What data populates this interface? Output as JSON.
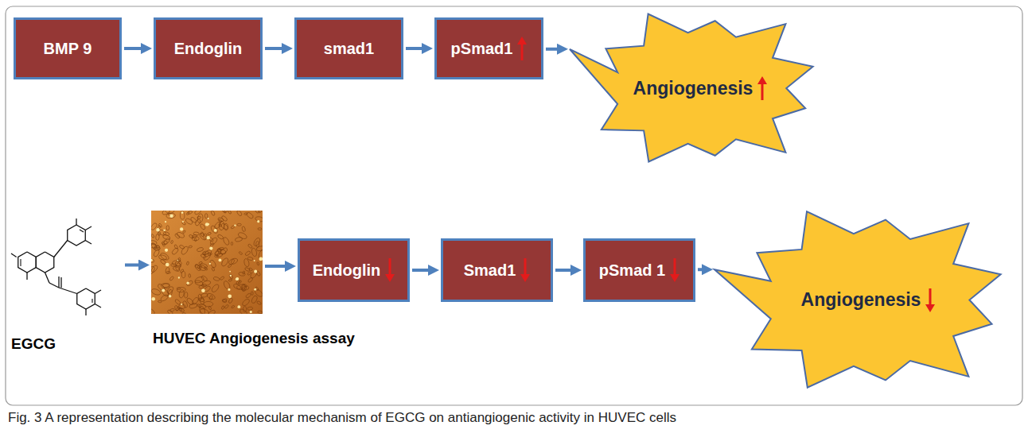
{
  "diagram": {
    "caption": "Fig. 3 A representation describing the molecular mechanism of EGCG on antiangiogenic activity in HUVEC cells",
    "nodes": [
      {
        "text": [
          "BMP 9"
        ]
      },
      {
        "text": [
          "Endoglin"
        ]
      },
      {
        "text": [
          "smad1"
        ]
      },
      {
        "text": [
          "pSmad1"
        ]
      },
      {
        "text": [
          "Angiogenesis"
        ]
      },
      {
        "text": [
          "EGCG"
        ]
      },
      {
        "text": [
          "HUVEC Angiogenesis assay"
        ]
      },
      {
        "text": [
          "Endoglin"
        ]
      },
      {
        "text": [
          "Smad1"
        ]
      },
      {
        "text": [
          "pSmad 1"
        ]
      },
      {
        "text": [
          "Angiogenesis"
        ]
      }
    ],
    "edges": [
      {
        "from": 0,
        "to": 1,
        "arrow": "to"
      },
      {
        "from": 1,
        "to": 2,
        "arrow": "to"
      },
      {
        "from": 2,
        "to": 3,
        "arrow": "to"
      },
      {
        "from": 3,
        "to": 4,
        "arrow": "to"
      },
      {
        "from": 5,
        "to": 6,
        "arrow": "to"
      },
      {
        "from": 6,
        "to": 7,
        "arrow": "to"
      },
      {
        "from": 7,
        "to": 8,
        "arrow": "to"
      },
      {
        "from": 8,
        "to": 9,
        "arrow": "to"
      },
      {
        "from": 9,
        "to": 10,
        "arrow": "to"
      }
    ]
  }
}
